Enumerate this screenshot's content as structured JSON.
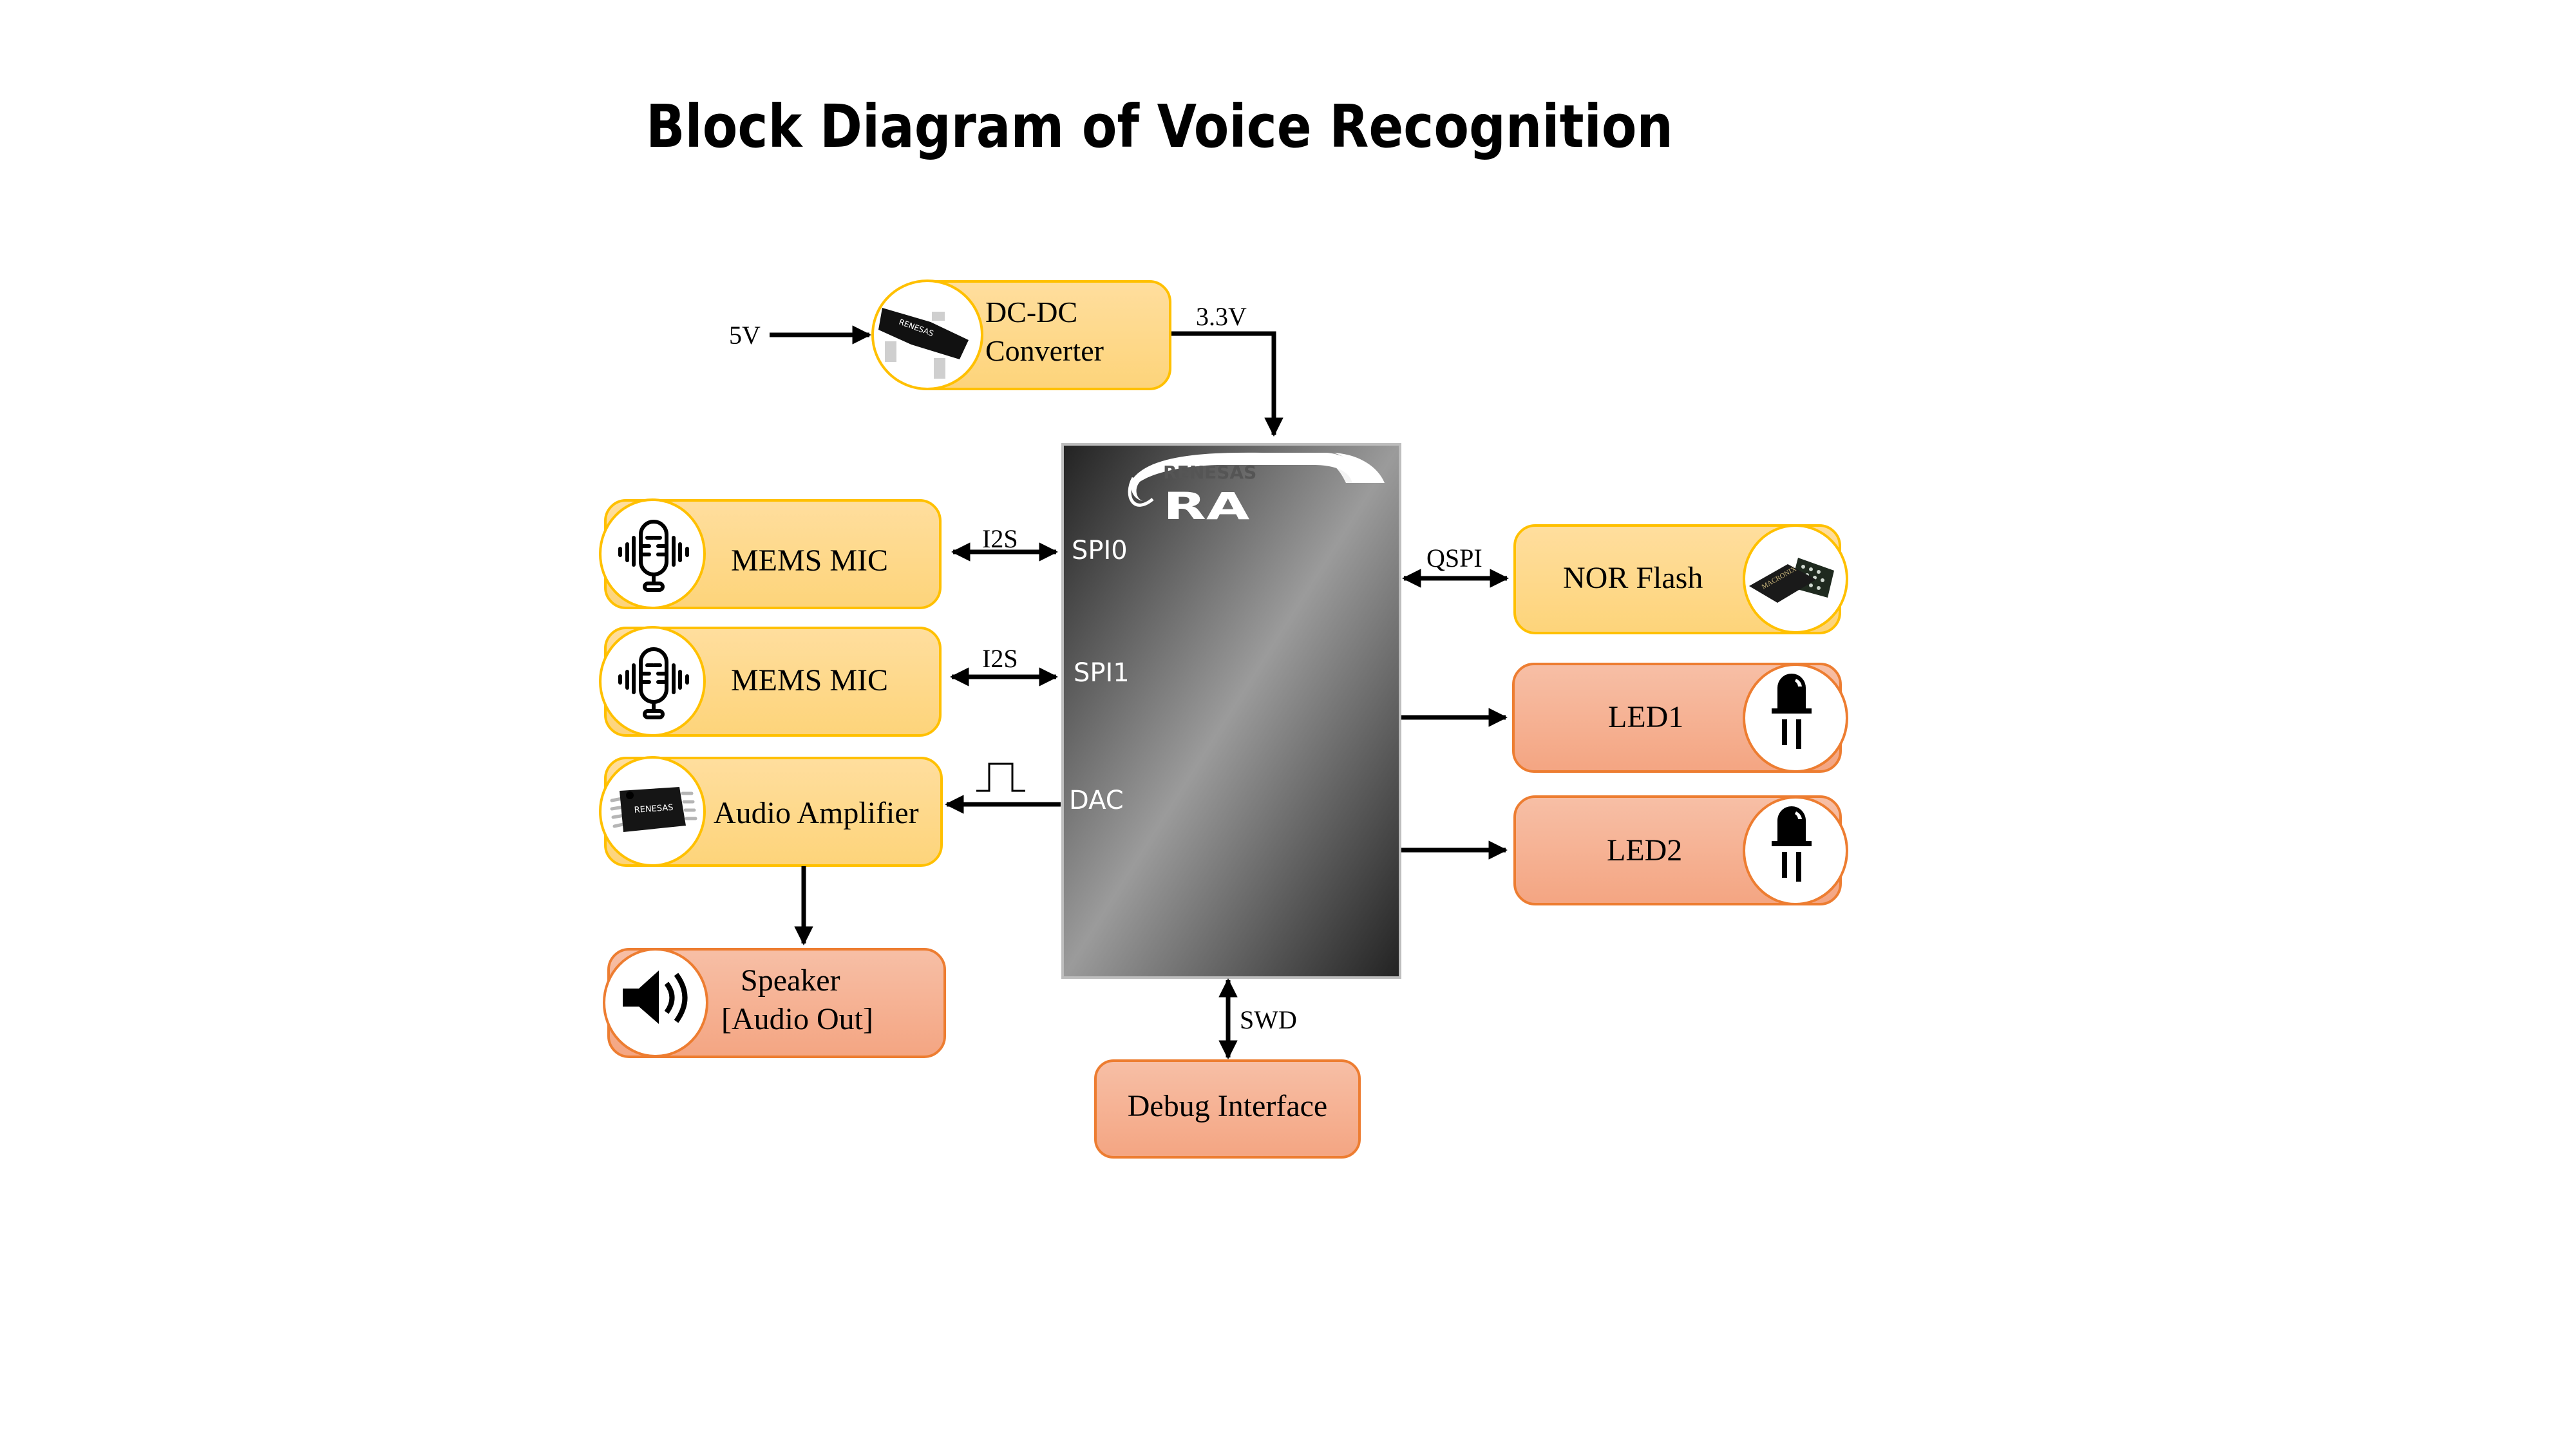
{
  "title": "Block Diagram of Voice Recognition",
  "colors": {
    "yellow_fill_top": "#FFDE9E",
    "yellow_fill_bottom": "#FDD47A",
    "yellow_stroke": "#FFC000",
    "orange_fill_top": "#F7BFA6",
    "orange_fill_bottom": "#F4A582",
    "orange_stroke": "#ED7D31",
    "mcu_dark": "#222222",
    "mcu_light": "#9B9B9B",
    "arrow": "#000000"
  },
  "mcu": {
    "brand": "RENESAS",
    "family": "RA",
    "ports": {
      "spi0": "SPI0",
      "spi1": "SPI1",
      "dac": "DAC"
    }
  },
  "power": {
    "input_label": "5V",
    "output_label": "3.3V",
    "converter": {
      "line1": "DC-DC",
      "line2": "Converter",
      "icon": "sot23-chip-icon",
      "chip_marking": "RENESAS"
    }
  },
  "blocks": {
    "mic1": {
      "label": "MEMS MIC",
      "icon": "microphone-icon",
      "bus": "I2S"
    },
    "mic2": {
      "label": "MEMS MIC",
      "icon": "microphone-icon",
      "bus": "I2S"
    },
    "amplifier": {
      "label": "Audio Amplifier",
      "icon": "soic8-chip-icon",
      "chip_marking": "RENESAS",
      "signal": "pulse-waveform-icon"
    },
    "speaker": {
      "line1": "Speaker",
      "line2": "[Audio Out]",
      "icon": "speaker-icon"
    },
    "nor_flash": {
      "label": "NOR Flash",
      "icon": "bga-flash-chip-icon",
      "chip_marking": "MACRONIX",
      "bus": "QSPI"
    },
    "led1": {
      "label": "LED1",
      "icon": "led-icon"
    },
    "led2": {
      "label": "LED2",
      "icon": "led-icon"
    },
    "debug": {
      "label": "Debug Interface",
      "bus": "SWD"
    }
  }
}
